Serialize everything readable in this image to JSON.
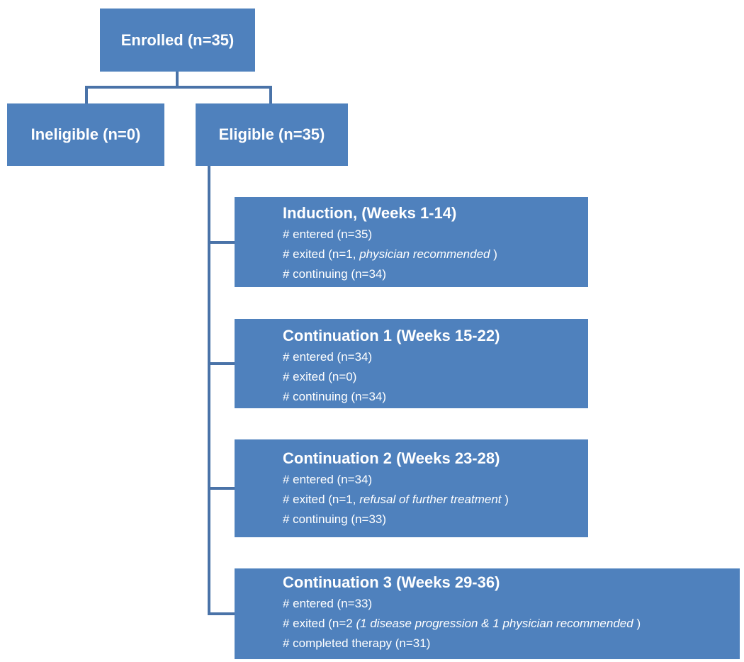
{
  "enrolled": {
    "label": "Enrolled (n=35)"
  },
  "ineligible": {
    "label": "Ineligible (n=0)"
  },
  "eligible": {
    "label": "Eligible (n=35)"
  },
  "stages": [
    {
      "title": "Induction, (Weeks 1-14)",
      "entered": "# entered (n=35)",
      "exited_prefix": "# exited (n=1, ",
      "exited_note": "physician recommended",
      "exited_suffix": " )",
      "last": "# continuing (n=34)"
    },
    {
      "title": "Continuation 1 (Weeks 15-22)",
      "entered": "# entered (n=34)",
      "exited_prefix": "# exited (n=0)",
      "exited_note": "",
      "exited_suffix": "",
      "last": "# continuing (n=34)"
    },
    {
      "title": "Continuation 2 (Weeks  23-28)",
      "entered": "# entered (n=34)",
      "exited_prefix": "# exited (n=1, ",
      "exited_note": "refusal of further treatment",
      "exited_suffix": " )",
      "last": "# continuing (n=33)"
    },
    {
      "title": "Continuation 3 (Weeks 29-36)",
      "entered": "# entered (n=33)",
      "exited_prefix": "# exited (n=2 ",
      "exited_note": "(1 disease progression & 1 physician recommended",
      "exited_suffix": " )",
      "last": "# completed therapy (n=31)"
    }
  ],
  "colors": {
    "box_fill": "#4f81bd",
    "connector": "#4a73a8",
    "text": "#ffffff"
  }
}
